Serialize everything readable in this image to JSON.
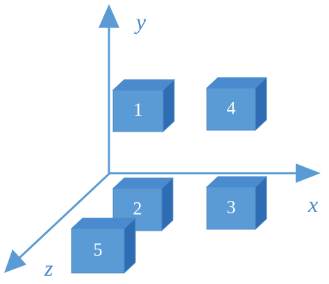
{
  "axes": {
    "x_label": "x",
    "y_label": "y",
    "z_label": "z"
  },
  "cubes": [
    {
      "label": "1"
    },
    {
      "label": "2"
    },
    {
      "label": "3"
    },
    {
      "label": "4"
    },
    {
      "label": "5"
    }
  ],
  "colors": {
    "axis": "#5b9bd5",
    "cube_front": "#5b9bd5",
    "cube_top": "#4a8bd0",
    "cube_side": "#2e6db4",
    "label": "#4a86c8"
  }
}
